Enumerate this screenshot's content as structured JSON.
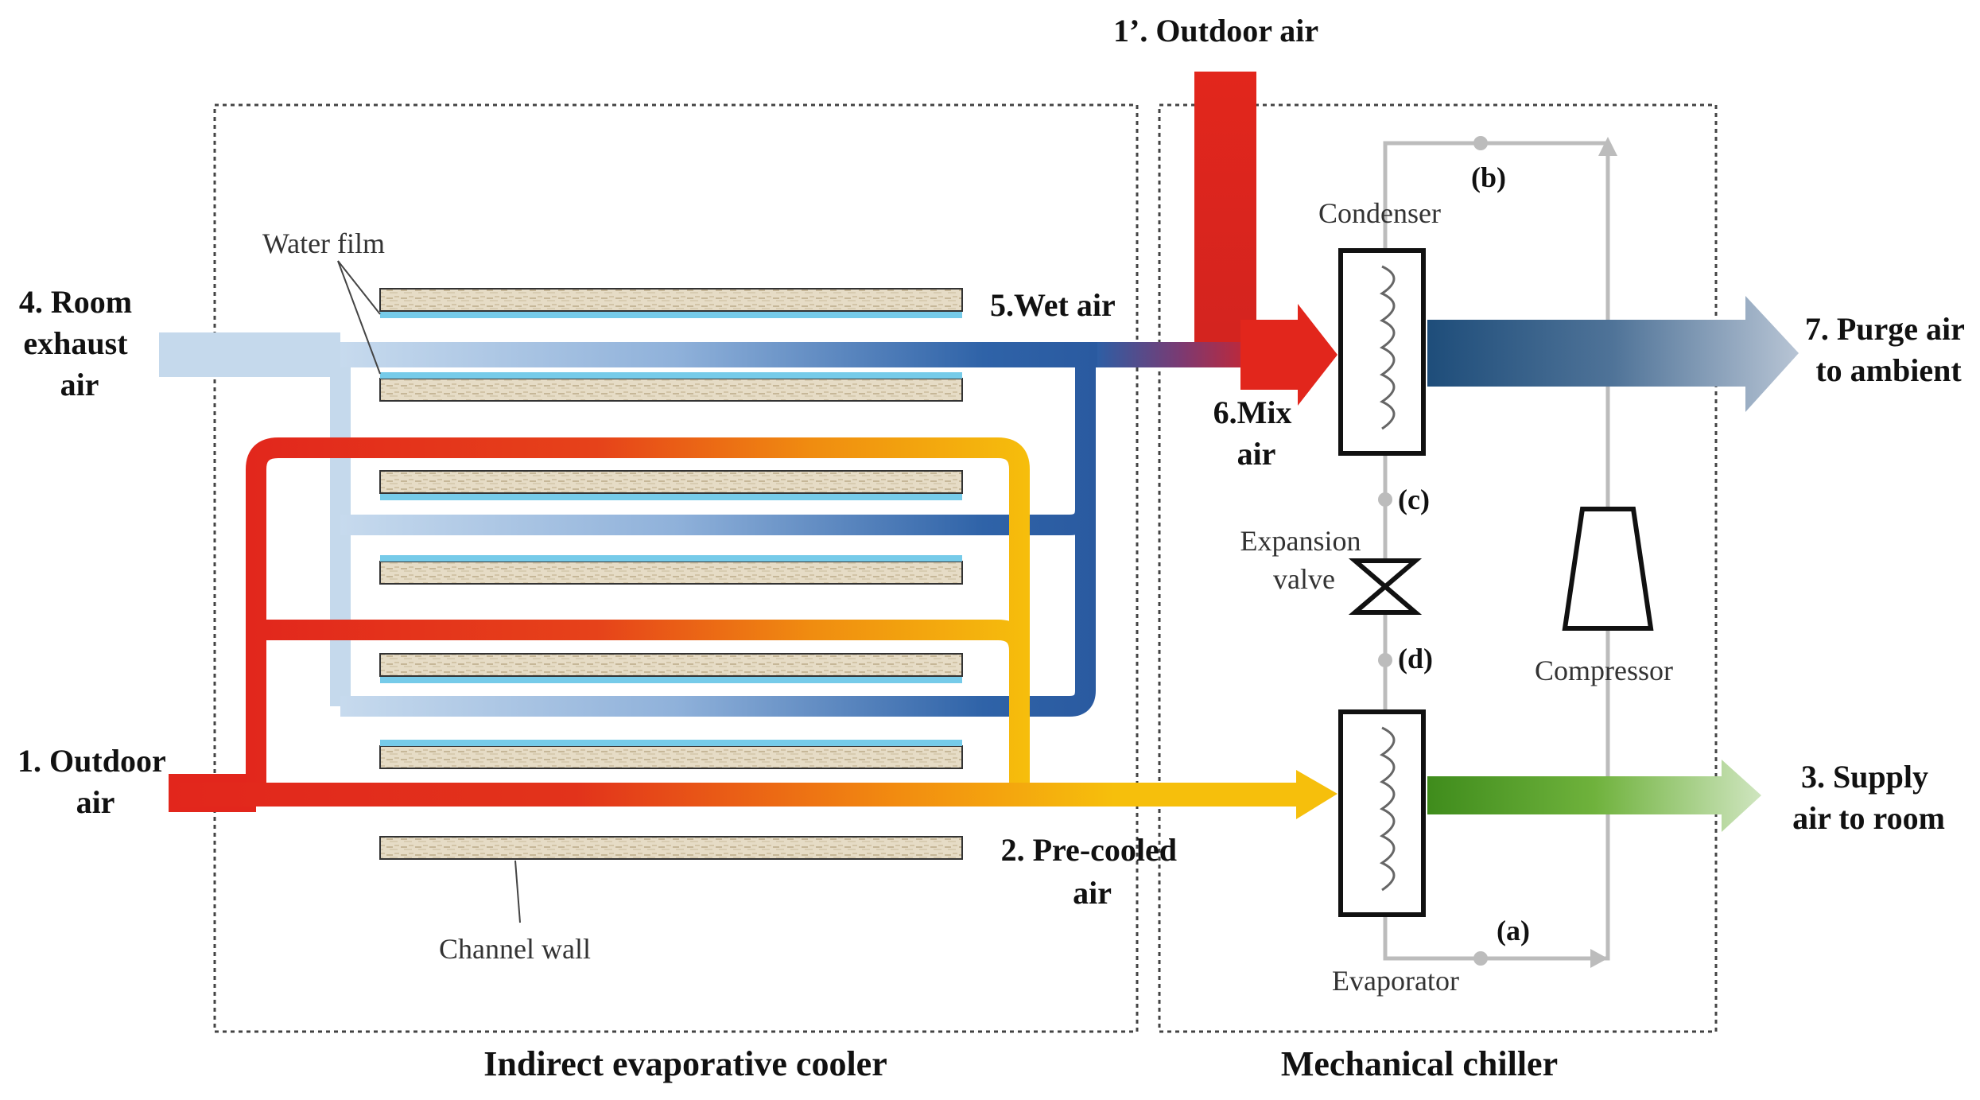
{
  "panels": {
    "iec_title": "Indirect evaporative cooler",
    "chiller_title": "Mechanical chiller"
  },
  "streams": {
    "outdoor_air_1": [
      "1. Outdoor",
      "air"
    ],
    "precooled_air_2": [
      "2. Pre-cooled",
      "air"
    ],
    "supply_air_3": [
      "3. Supply",
      "air to room"
    ],
    "room_exhaust_4": [
      "4. Room",
      "exhaust",
      "air"
    ],
    "wet_air_5": "5.Wet air",
    "mix_air_6": [
      "6.Mix",
      "air"
    ],
    "purge_air_7": [
      "7. Purge air",
      "to ambient"
    ],
    "outdoor_air_1p": "1’. Outdoor air"
  },
  "components": {
    "water_film": "Water film",
    "channel_wall": "Channel wall",
    "condenser": "Condenser",
    "evaporator": "Evaporator",
    "expansion_valve": [
      "Expansion",
      "valve"
    ],
    "compressor": "Compressor"
  },
  "state_points": {
    "a": "(a)",
    "b": "(b)",
    "c": "(c)",
    "d": "(d)"
  },
  "colors": {
    "hot": "#e2261c",
    "warm": "#f2a20b",
    "yellow": "#f6bf0c",
    "cool_light": "#c5d9ec",
    "cool_dark": "#2e64a6",
    "purge": "#1e4d7a",
    "supply": "#4a9a22",
    "water": "#76cbe9",
    "wall": "#e6dcc6",
    "refrigerant": "#bcbcbc"
  }
}
